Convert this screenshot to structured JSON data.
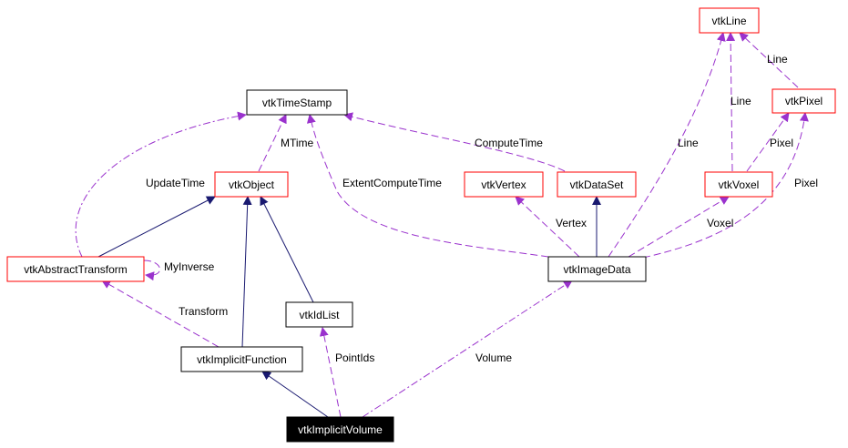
{
  "colors": {
    "inheritance_edge": "#191970",
    "usage_edge": "#9a32cd",
    "documented_border": "#000000",
    "undocumented_border": "#ff0000",
    "focus_fill": "#000000",
    "focus_text": "#ffffff"
  },
  "nodes": {
    "vtkLine": "vtkLine",
    "vtkPixel": "vtkPixel",
    "vtkTimeStamp": "vtkTimeStamp",
    "vtkObject": "vtkObject",
    "vtkVertex": "vtkVertex",
    "vtkDataSet": "vtkDataSet",
    "vtkVoxel": "vtkVoxel",
    "vtkAbstractTransform": "vtkAbstractTransform",
    "vtkImageData": "vtkImageData",
    "vtkIdList": "vtkIdList",
    "vtkImplicitFunction": "vtkImplicitFunction",
    "vtkImplicitVolume": "vtkImplicitVolume"
  },
  "edge_labels": {
    "line_pixel": "Line",
    "line_voxel": "Line",
    "line_imagedata": "Line",
    "pixel_voxel": "Pixel",
    "pixel_imagedata": "Pixel",
    "mtime": "MTime",
    "computetime": "ComputeTime",
    "updatetime": "UpdateTime",
    "extentcomputetime": "ExtentComputeTime",
    "vertex": "Vertex",
    "voxel": "Voxel",
    "myinverse": "MyInverse",
    "transform": "Transform",
    "pointids": "PointIds",
    "volume": "Volume"
  }
}
